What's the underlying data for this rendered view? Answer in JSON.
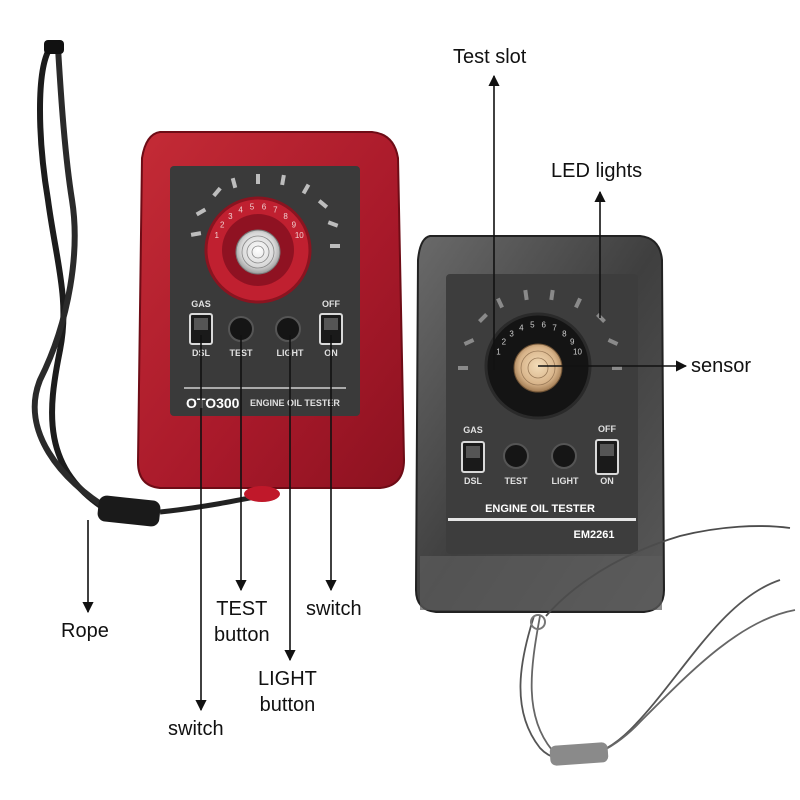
{
  "devices": {
    "red": {
      "model": "OTO300",
      "title": "ENGINE OIL TESTER",
      "left_switch_top": "GAS",
      "left_switch_bottom": "DSL",
      "test_label": "TEST",
      "light_label": "LIGHT",
      "right_switch_top": "OFF",
      "right_switch_bottom": "ON",
      "body_color": "#b81f2c",
      "panel_color": "#3a3a3a"
    },
    "gray": {
      "model": "EM2261",
      "title": "ENGINE OIL TESTER",
      "left_switch_top": "GAS",
      "left_switch_bottom": "DSL",
      "test_label": "TEST",
      "light_label": "LIGHT",
      "right_switch_top": "OFF",
      "right_switch_bottom": "ON",
      "body_color": "#4a4a4a",
      "panel_color": "#3c3c3c"
    }
  },
  "dial_numbers": [
    "1",
    "2",
    "3",
    "4",
    "5",
    "6",
    "7",
    "8",
    "9",
    "10"
  ],
  "callouts": {
    "test_slot": "Test slot",
    "led_lights": "LED lights",
    "sensor": "sensor",
    "rope": "Rope",
    "test_button_line1": "TEST",
    "test_button_line2": "button",
    "switch_right": "switch",
    "light_button_line1": "LIGHT",
    "light_button_line2": "button",
    "switch_left": "switch"
  }
}
